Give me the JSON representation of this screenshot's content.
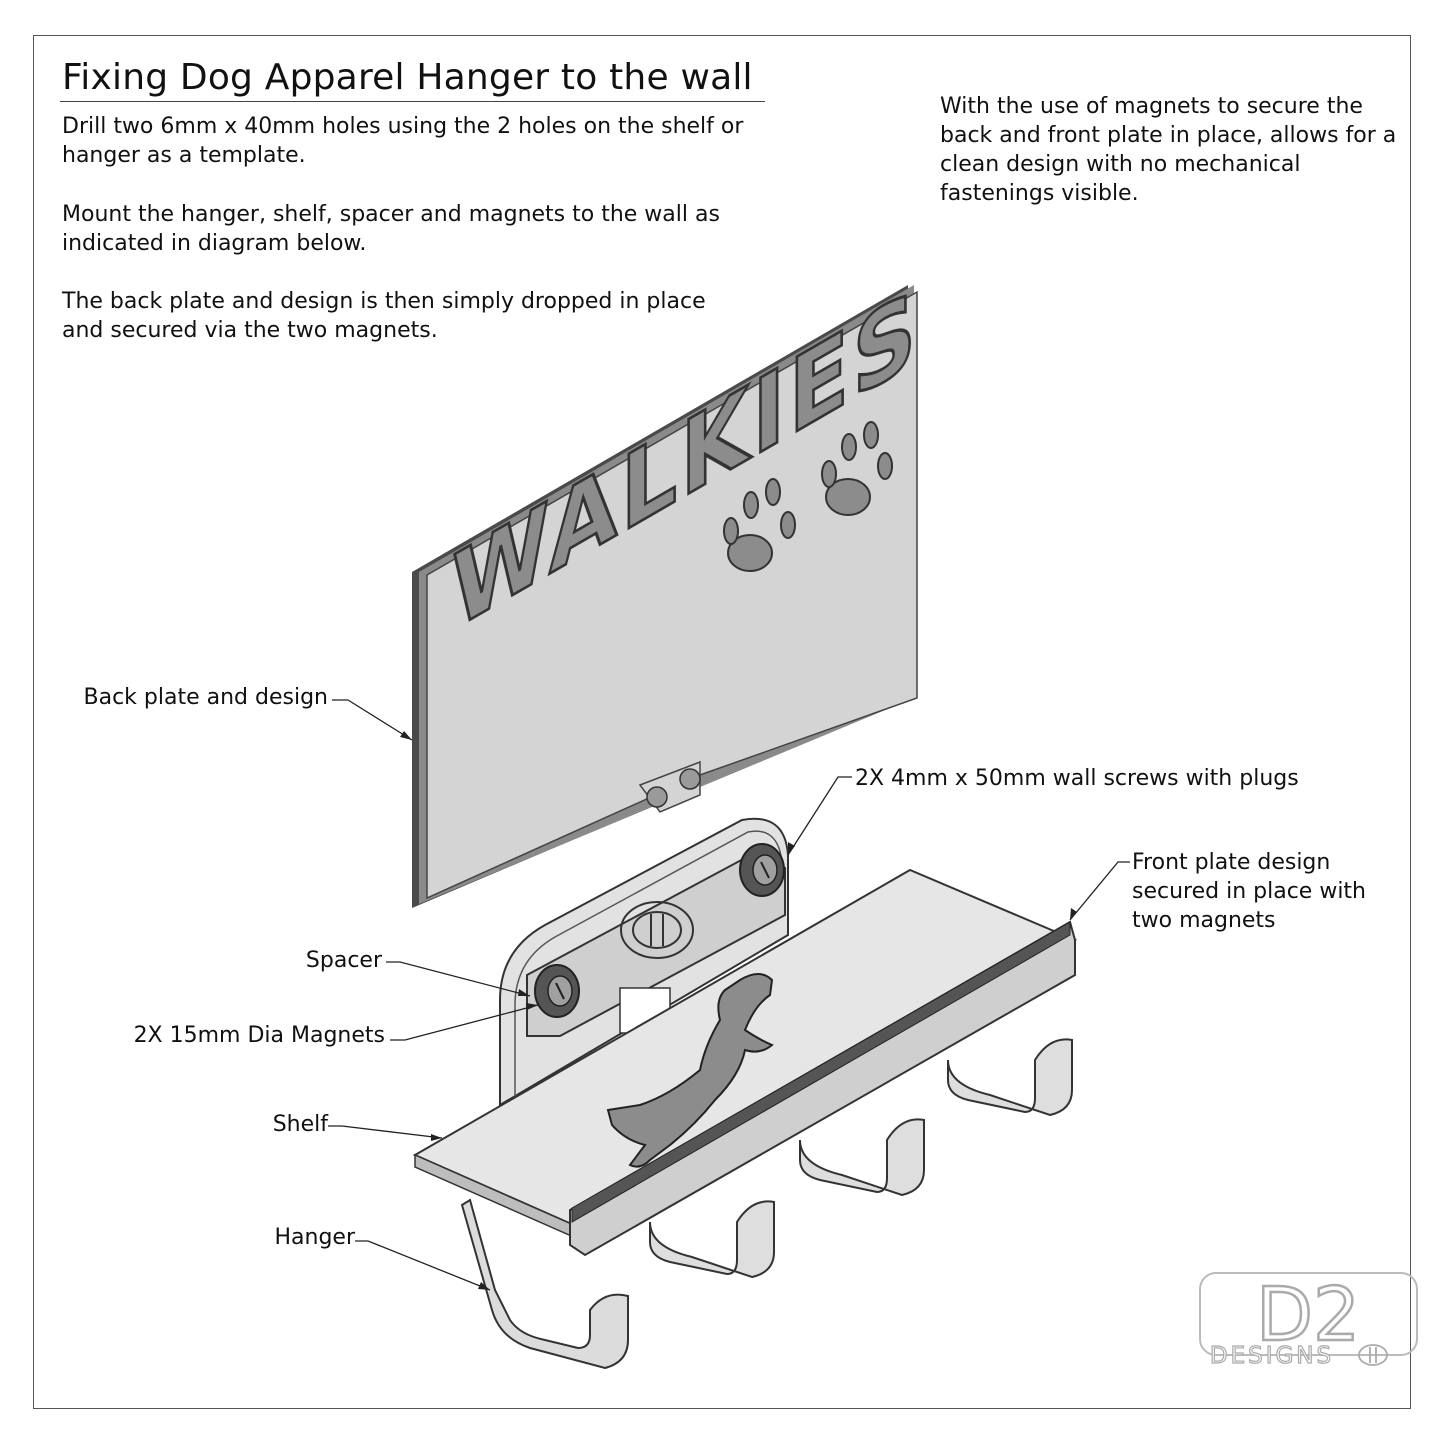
{
  "title": "Fixing Dog Apparel Hanger to the wall",
  "instructions": [
    "Drill two 6mm x 40mm holes using the 2 holes on the shelf or hanger as a template.",
    "Mount the hanger, shelf, spacer and magnets to the wall as indicated in diagram below.",
    "The back plate and design is then simply dropped in place and secured via the two magnets."
  ],
  "side_note": "With the use of magnets to secure the back and front plate in place, allows for a clean design with no mechanical fastenings visible.",
  "callouts": {
    "back_plate": "Back plate and design",
    "wall_screws": "2X 4mm x 50mm wall screws with plugs",
    "front_plate": "Front plate design secured in place with two magnets",
    "spacer": "Spacer",
    "magnets": "2X 15mm Dia Magnets",
    "shelf": "Shelf",
    "hanger": "Hanger"
  },
  "plate_text": "WALKIES",
  "logo": {
    "mark": "D2",
    "word": "DESIGNS"
  },
  "colors": {
    "ink": "#111111",
    "plate": "#d6d6d6",
    "edge": "#555555",
    "metal": "#dcdcdc",
    "emboss": "#8c8c8c"
  }
}
